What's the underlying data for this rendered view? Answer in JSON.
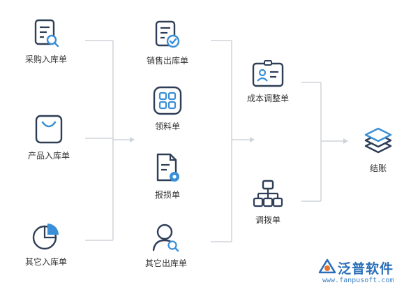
{
  "nodes": {
    "purchase_in": "采购入库单",
    "product_in": "产品入库单",
    "other_in": "其它入库单",
    "sales_out": "销售出库单",
    "material_pick": "领料单",
    "report_loss": "报损单",
    "other_out": "其它出库单",
    "cost_adjust": "成本调整单",
    "transfer": "调拨单",
    "settle": "结账"
  },
  "watermark": {
    "brand": "泛普软件",
    "url": "www.fanpusoft.com"
  },
  "colors": {
    "icon_stroke": "#2e3e57",
    "icon_accent": "#3a8fd6",
    "connector": "#cfd4da"
  },
  "icons": {
    "purchase_in": "document-search-icon",
    "product_in": "shopping-bag-icon",
    "other_in": "pie-chart-icon",
    "sales_out": "document-check-icon",
    "material_pick": "grid-apps-icon",
    "report_loss": "document-gear-icon",
    "other_out": "user-search-icon",
    "cost_adjust": "id-card-icon",
    "transfer": "org-chart-icon",
    "settle": "layers-stack-icon"
  }
}
